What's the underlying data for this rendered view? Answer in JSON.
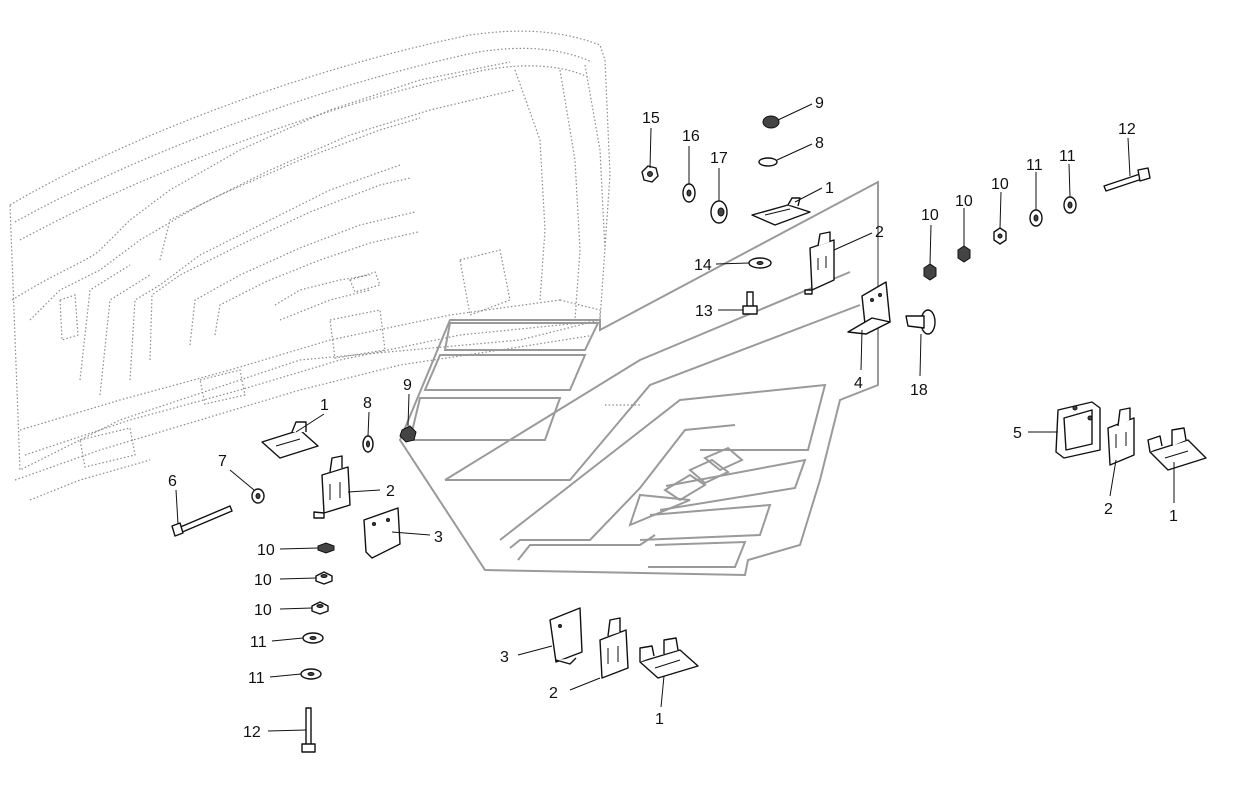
{
  "diagram": {
    "callouts": [
      {
        "id": "c15",
        "text": "15"
      },
      {
        "id": "c16",
        "text": "16"
      },
      {
        "id": "c17",
        "text": "17"
      },
      {
        "id": "c9a",
        "text": "9"
      },
      {
        "id": "c8a",
        "text": "8"
      },
      {
        "id": "c1a",
        "text": "1"
      },
      {
        "id": "c2a",
        "text": "2"
      },
      {
        "id": "c14",
        "text": "14"
      },
      {
        "id": "c13",
        "text": "13"
      },
      {
        "id": "c4",
        "text": "4"
      },
      {
        "id": "c18",
        "text": "18"
      },
      {
        "id": "c10a",
        "text": "10"
      },
      {
        "id": "c10b",
        "text": "10"
      },
      {
        "id": "c10c",
        "text": "10"
      },
      {
        "id": "c11a",
        "text": "11"
      },
      {
        "id": "c11b",
        "text": "11"
      },
      {
        "id": "c12a",
        "text": "12"
      },
      {
        "id": "c5",
        "text": "5"
      },
      {
        "id": "c2b",
        "text": "2"
      },
      {
        "id": "c1b",
        "text": "1"
      },
      {
        "id": "c1c",
        "text": "1"
      },
      {
        "id": "c8b",
        "text": "8"
      },
      {
        "id": "c9b",
        "text": "9"
      },
      {
        "id": "c7",
        "text": "7"
      },
      {
        "id": "c6",
        "text": "6"
      },
      {
        "id": "c2c",
        "text": "2"
      },
      {
        "id": "c3a",
        "text": "3"
      },
      {
        "id": "c10d",
        "text": "10"
      },
      {
        "id": "c10e",
        "text": "10"
      },
      {
        "id": "c10f",
        "text": "10"
      },
      {
        "id": "c11c",
        "text": "11"
      },
      {
        "id": "c11d",
        "text": "11"
      },
      {
        "id": "c12b",
        "text": "12"
      },
      {
        "id": "c3b",
        "text": "3"
      },
      {
        "id": "c2d",
        "text": "2"
      },
      {
        "id": "c1d",
        "text": "1"
      }
    ],
    "colors": {
      "line": "#111111",
      "hood_outline": "#9a9a9a",
      "cab_dotted": "#8a8a8a",
      "background": "#ffffff"
    }
  }
}
